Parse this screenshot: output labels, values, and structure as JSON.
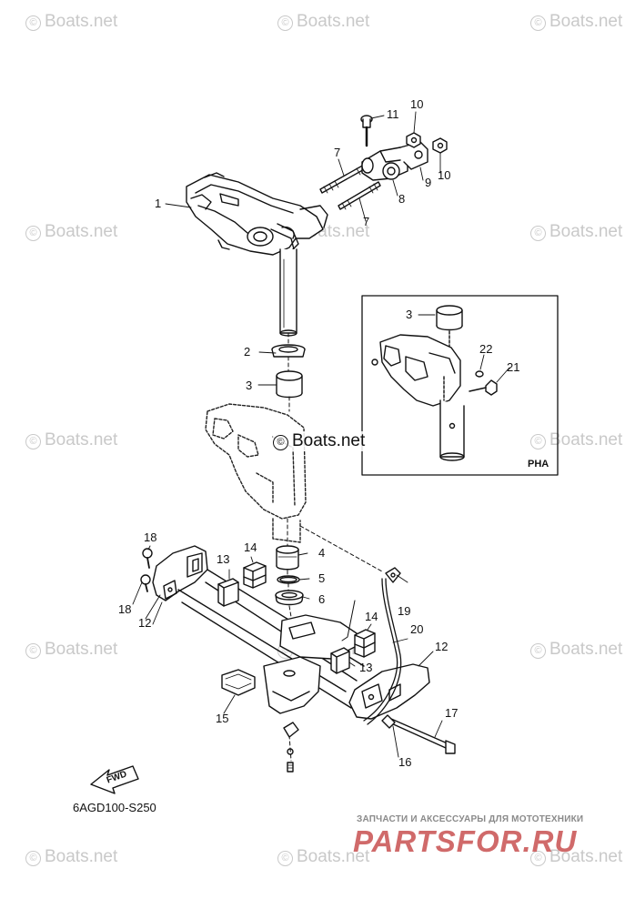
{
  "watermark": {
    "symbol": "©",
    "text": "Boats.net"
  },
  "center_watermark": {
    "symbol": "©",
    "text": "Boats.net"
  },
  "callouts": {
    "c1": "1",
    "c2": "2",
    "c3": "3",
    "c4": "4",
    "c5": "5",
    "c6": "6",
    "c7a": "7",
    "c7b": "7",
    "c8": "8",
    "c9": "9",
    "c10a": "10",
    "c10b": "10",
    "c11": "11",
    "c12a": "12",
    "c12b": "12",
    "c13a": "13",
    "c13b": "13",
    "c14a": "14",
    "c14b": "14",
    "c15": "15",
    "c16": "16",
    "c17": "17",
    "c18a": "18",
    "c18b": "18",
    "c19": "19",
    "c20": "20"
  },
  "inset": {
    "tag": "PHA",
    "callouts": {
      "c3": "3",
      "c21": "21",
      "c22": "22"
    }
  },
  "fwd_label": "FWD",
  "diagram_code": "6AGD100-S250",
  "shop": {
    "line": "ЗАПЧАСТИ И АКСЕССУАРЫ ДЛЯ МОТОТЕХНИКИ",
    "logo": "PARTSFOR.RU"
  }
}
